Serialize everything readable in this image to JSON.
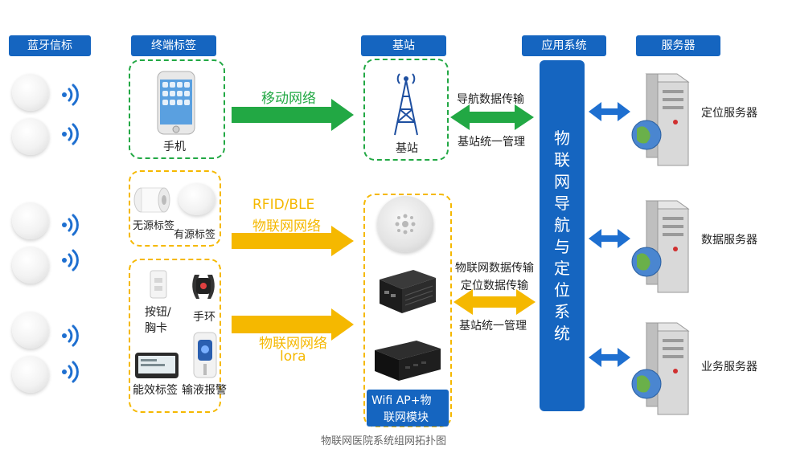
{
  "headers": {
    "bluetooth_beacon": "蓝牙信标",
    "terminal_tags": "终端标签",
    "base_station": "基站",
    "app_system": "应用系统",
    "servers": "服务器"
  },
  "terminals": {
    "phone": "手机",
    "passive_tag": "无源标签",
    "active_tag": "有源标签",
    "button_badge_line1": "按钮/",
    "button_badge_line2": "胸卡",
    "wristband": "手环",
    "energy_tag": "能效标签",
    "infusion_alarm": "输液报警"
  },
  "links": {
    "mobile_network": "移动网络",
    "rfid_ble_line1": "RFID/BLE",
    "rfid_ble_line2": "物联网网络",
    "iot_lora_line1": "物联网网络",
    "iot_lora_line2": "lora"
  },
  "base_station_label": "基站",
  "ap_module_line1": "Wifi AP+物",
  "ap_module_line2": "联网模块",
  "top_exchange": {
    "line1": "导航数据传输",
    "line2": "基站统一管理"
  },
  "bottom_exchange": {
    "line1": "物联网数据传输",
    "line2": "定位数据传输",
    "line3": "基站统一管理"
  },
  "system_name": [
    "物",
    "联",
    "网",
    "导",
    "航",
    "与",
    "定",
    "位",
    "系",
    "统"
  ],
  "server_names": {
    "location": "定位服务器",
    "data": "数据服务器",
    "business": "业务服务器"
  },
  "caption": "物联网医院系统组网拓扑图",
  "colors": {
    "header_blue": "#1565c0",
    "green": "#22a844",
    "yellow": "#f5b800",
    "link_blue": "#1e6fd0"
  }
}
